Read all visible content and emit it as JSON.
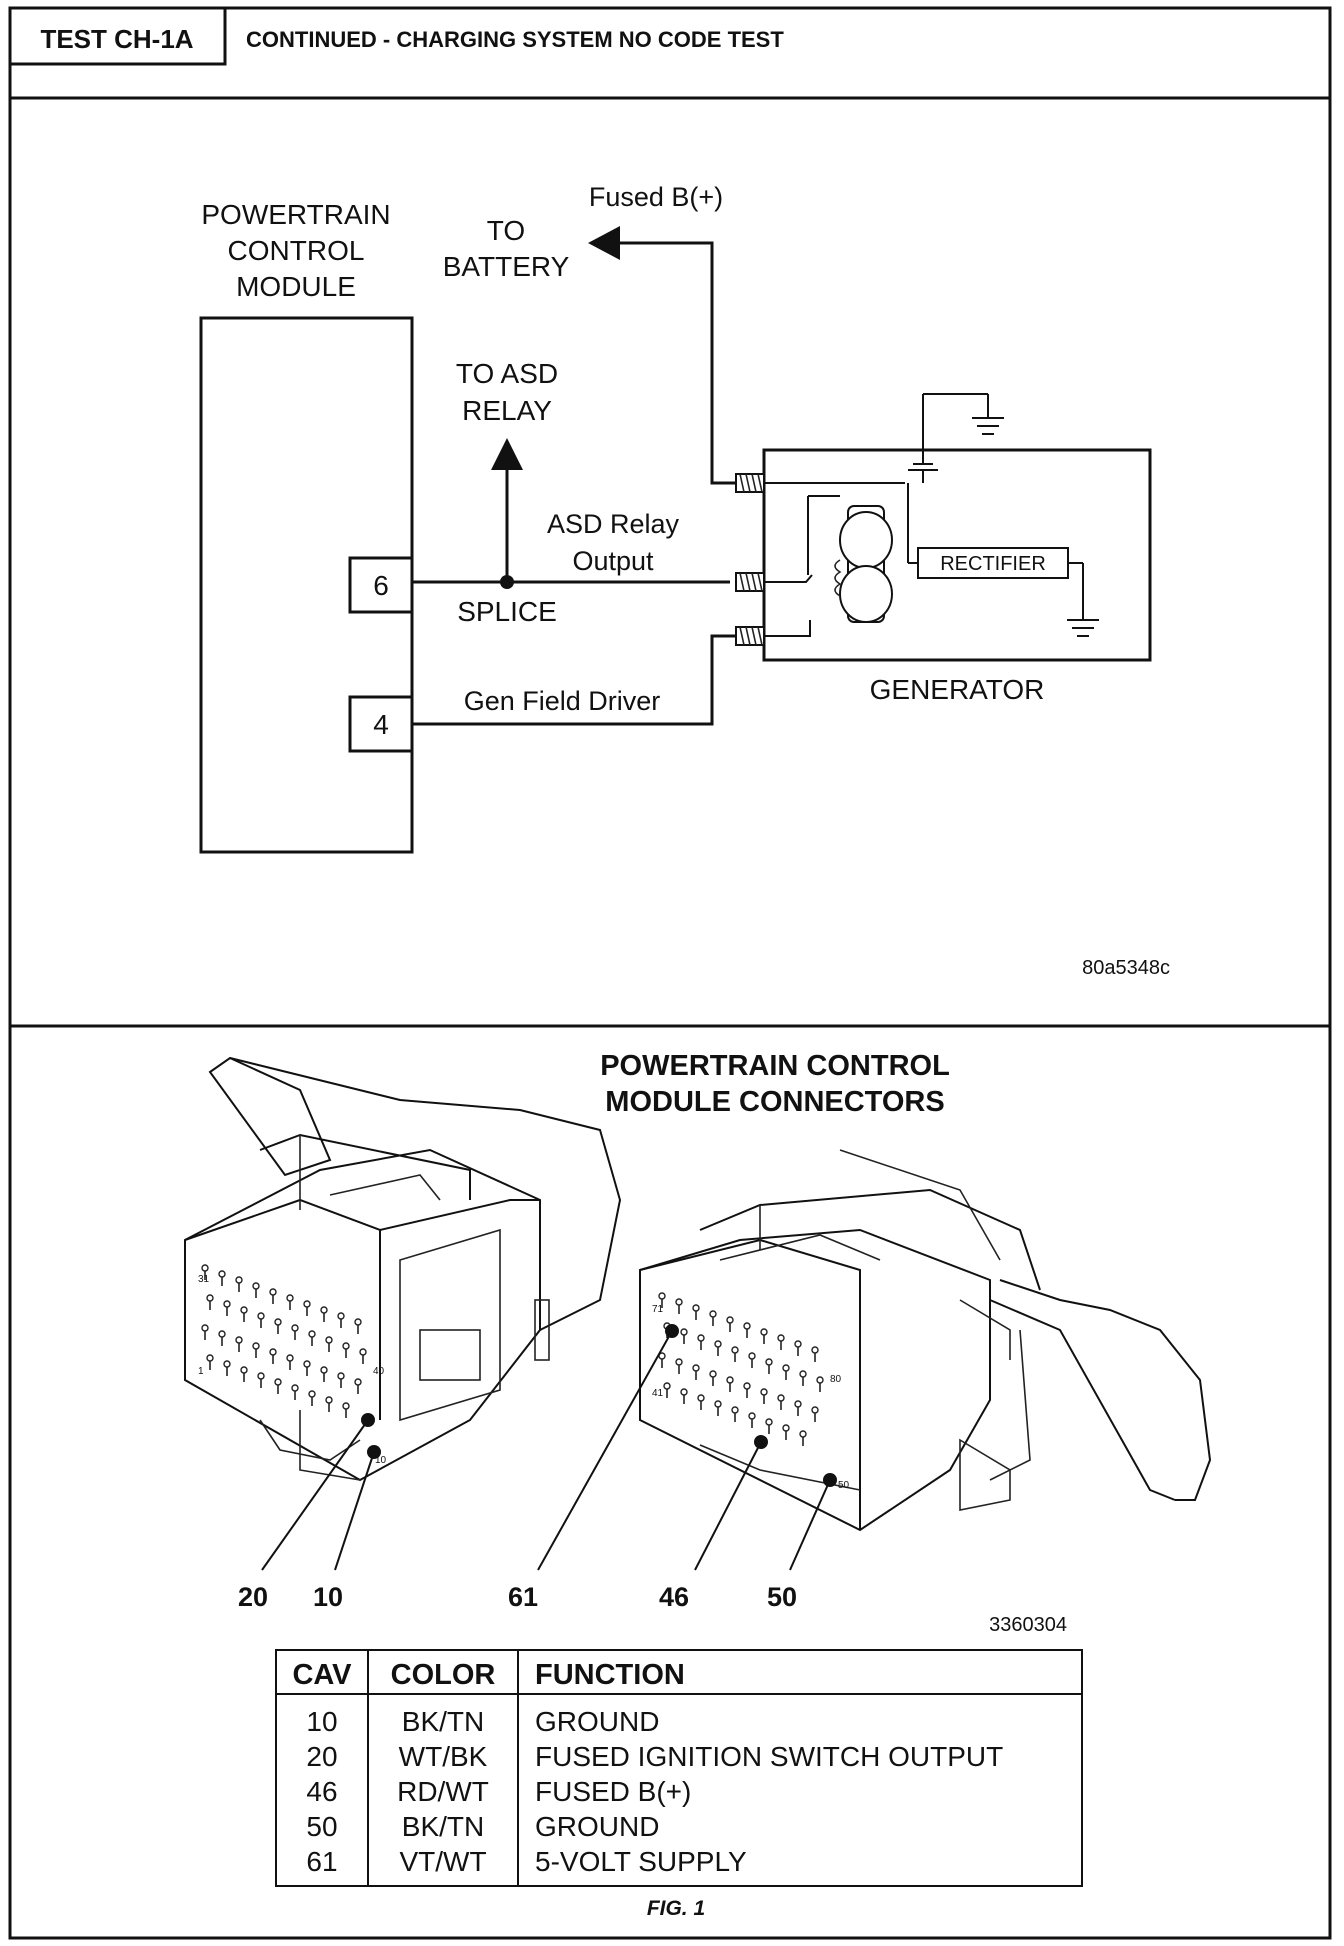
{
  "header": {
    "test_id": "TEST CH-1A",
    "title": "CONTINUED - CHARGING SYSTEM NO CODE TEST"
  },
  "schematic": {
    "pcm_label": [
      "POWERTRAIN",
      "CONTROL",
      "MODULE"
    ],
    "to_battery": [
      "TO",
      "BATTERY"
    ],
    "fused_b": "Fused B(+)",
    "to_asd_relay": [
      "TO ASD",
      "RELAY"
    ],
    "asd_relay_output": [
      "ASD Relay",
      "Output"
    ],
    "splice": "SPLICE",
    "gen_field_driver": "Gen Field Driver",
    "pin_6": "6",
    "pin_4": "4",
    "rectifier": "RECTIFIER",
    "generator": "GENERATOR",
    "figure_code": "80a5348c"
  },
  "connectors": {
    "title": [
      "POWERTRAIN CONTROL",
      "MODULE CONNECTORS"
    ],
    "callouts": [
      "20",
      "10",
      "61",
      "46",
      "50"
    ],
    "pin_numbers": [
      "31",
      "40",
      "1",
      "10",
      "71",
      "80",
      "41",
      "50"
    ],
    "figure_code": "3360304"
  },
  "table": {
    "headers": [
      "CAV",
      "COLOR",
      "FUNCTION"
    ],
    "rows": [
      {
        "cav": "10",
        "color": "BK/TN",
        "function": "GROUND"
      },
      {
        "cav": "20",
        "color": "WT/BK",
        "function": "FUSED IGNITION SWITCH OUTPUT"
      },
      {
        "cav": "46",
        "color": "RD/WT",
        "function": "FUSED B(+)"
      },
      {
        "cav": "50",
        "color": "BK/TN",
        "function": "GROUND"
      },
      {
        "cav": "61",
        "color": "VT/WT",
        "function": "5-VOLT SUPPLY"
      }
    ],
    "caption": "FIG. 1"
  }
}
